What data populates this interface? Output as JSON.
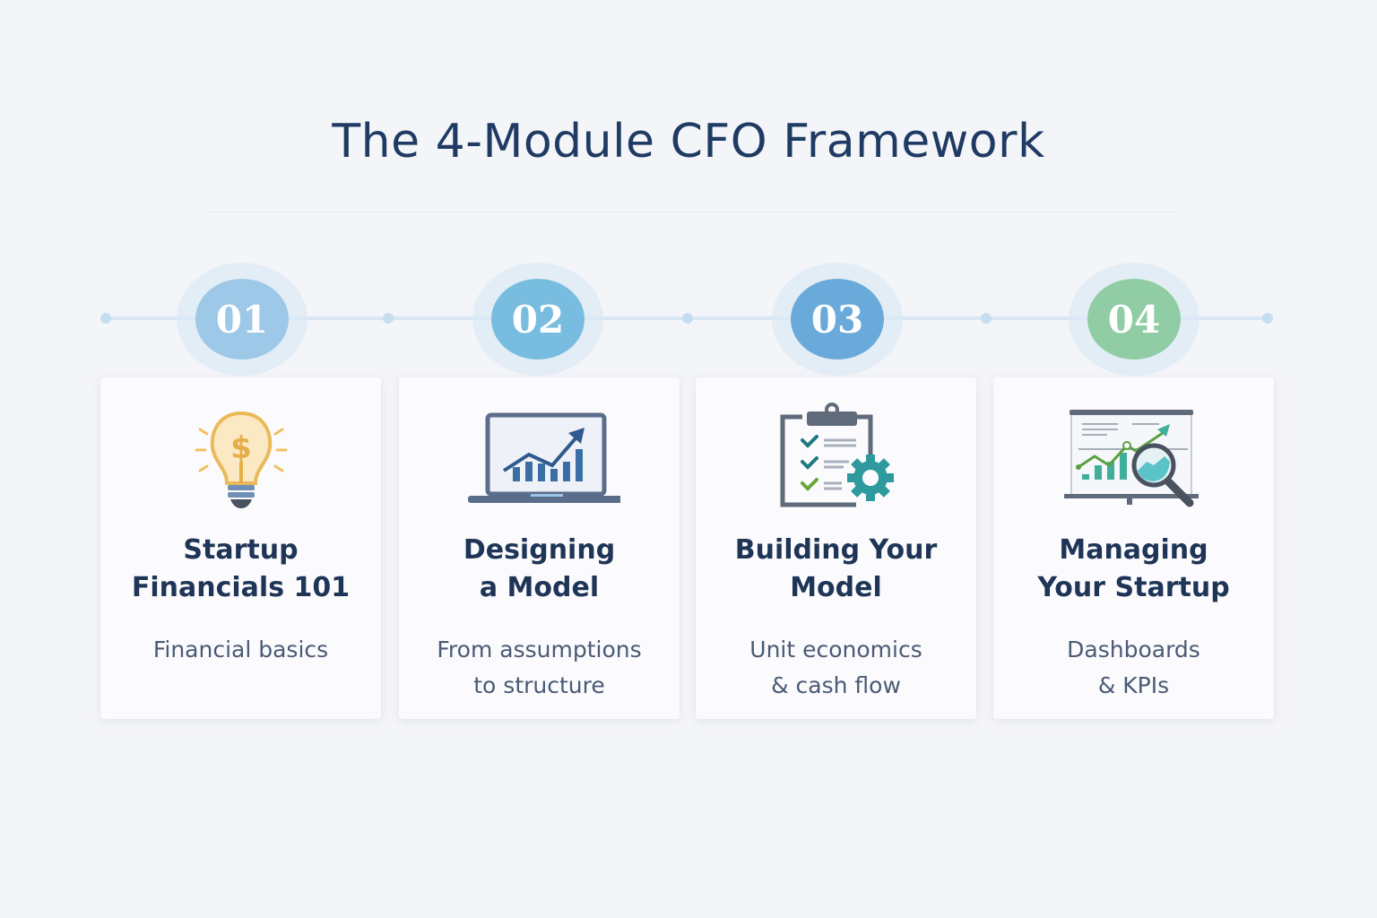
{
  "title": "The 4-Module CFO Framework",
  "modules": [
    {
      "number": "01",
      "title_lines": [
        "Startup",
        "Financials 101"
      ],
      "subtitle_lines": [
        "Financial basics",
        ""
      ],
      "icon": "lightbulb-dollar-icon",
      "color": "#9dc8e8"
    },
    {
      "number": "02",
      "title_lines": [
        "Designing",
        "a Model"
      ],
      "subtitle_lines": [
        "From assumptions",
        "to structure"
      ],
      "icon": "laptop-chart-icon",
      "color": "#78bddf"
    },
    {
      "number": "03",
      "title_lines": [
        "Building Your",
        "Model"
      ],
      "subtitle_lines": [
        "Unit economics",
        "& cash flow"
      ],
      "icon": "clipboard-gear-icon",
      "color": "#6aaadb"
    },
    {
      "number": "04",
      "title_lines": [
        "Managing",
        "Your Startup"
      ],
      "subtitle_lines": [
        "Dashboards",
        "& KPIs"
      ],
      "icon": "dashboard-magnifier-icon",
      "color": "#90cda4"
    }
  ]
}
